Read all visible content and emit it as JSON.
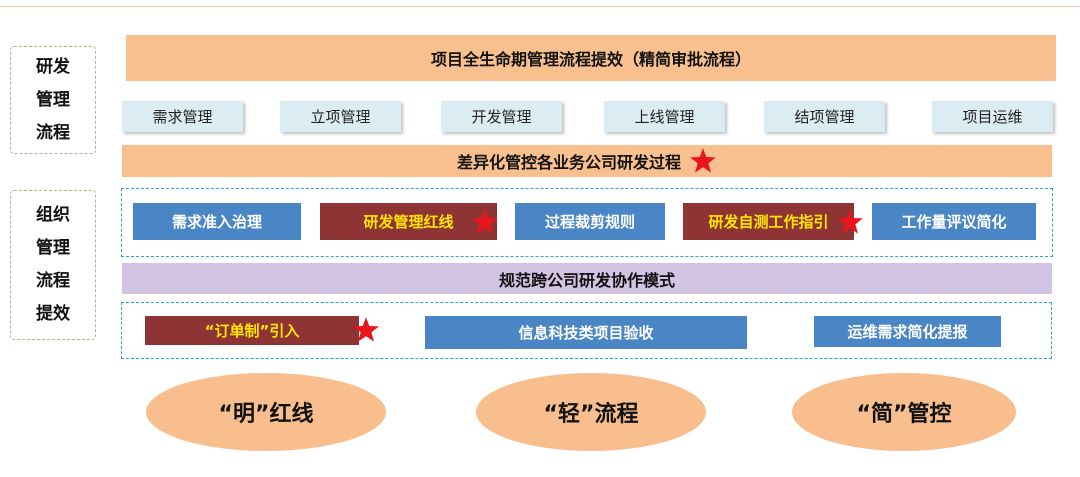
{
  "sidebar": {
    "group1": [
      "研发",
      "管理",
      "流程"
    ],
    "group2": [
      "组织",
      "管理",
      "流程",
      "提效"
    ]
  },
  "header": {
    "title": "项目全生命期管理流程提效（精简审批流程）"
  },
  "stages": [
    "需求管理",
    "立项管理",
    "开发管理",
    "上线管理",
    "结项管理",
    "项目运维"
  ],
  "section1": {
    "title": "差异化管控各业务公司研发过程",
    "items": [
      "需求准入治理",
      "研发管理红线",
      "过程裁剪规则",
      "研发自测工作指引",
      "工作量评议简化"
    ]
  },
  "section2": {
    "title": "规范跨公司研发协作模式",
    "items": [
      "“订单制”引入",
      "信息科技类项目验收",
      "运维需求简化提报"
    ]
  },
  "principles": [
    "“明”红线",
    "“轻”流程",
    "“简”管控"
  ],
  "colors": {
    "banner": "#f8c08f",
    "purple_banner": "#d2c4e2",
    "stage": "#dcecf3",
    "blue_box": "#4a86c5",
    "red_box": "#8e3434",
    "highlight_text": "#ffe600",
    "star": "#e8161d",
    "dashed_border": "#2aa3d6",
    "ellipse": "#f8be8e"
  }
}
